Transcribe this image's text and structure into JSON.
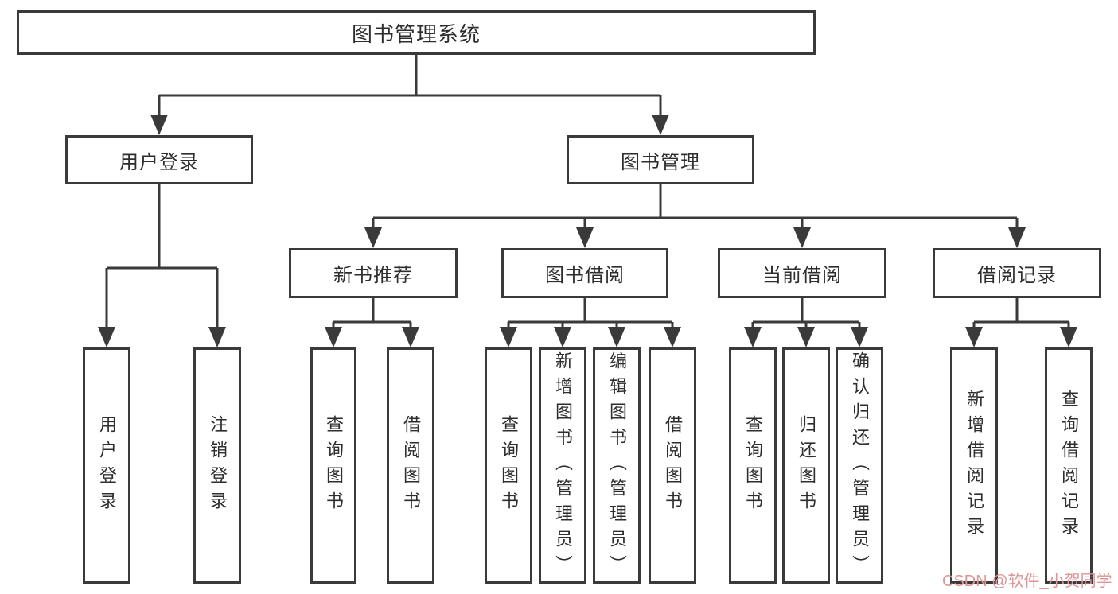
{
  "diagram": {
    "root": {
      "label": "图书管理系统"
    },
    "children": [
      {
        "label": "用户登录",
        "children": [
          {
            "label": "用户登录"
          },
          {
            "label": "注销登录"
          }
        ]
      },
      {
        "label": "图书管理",
        "children": [
          {
            "label": "新书推荐",
            "children": [
              {
                "label": "查询图书"
              },
              {
                "label": "借阅图书"
              }
            ]
          },
          {
            "label": "图书借阅",
            "children": [
              {
                "label": "查询图书"
              },
              {
                "label": "新增图书（管理员）"
              },
              {
                "label": "编辑图书（管理员）"
              },
              {
                "label": "借阅图书"
              }
            ]
          },
          {
            "label": "当前借阅",
            "children": [
              {
                "label": "查询图书"
              },
              {
                "label": "归还图书"
              },
              {
                "label": "确认归还（管理员）"
              }
            ]
          },
          {
            "label": "借阅记录",
            "children": [
              {
                "label": "新增借阅记录"
              },
              {
                "label": "查询借阅记录"
              }
            ]
          }
        ]
      }
    ]
  },
  "watermark": {
    "text": "CSDN @软件_小贺同学"
  },
  "colors": {
    "line": "#3a3a3a",
    "text": "#2e2e2e",
    "background": "#ffffff",
    "watermark": "#dd9494"
  }
}
